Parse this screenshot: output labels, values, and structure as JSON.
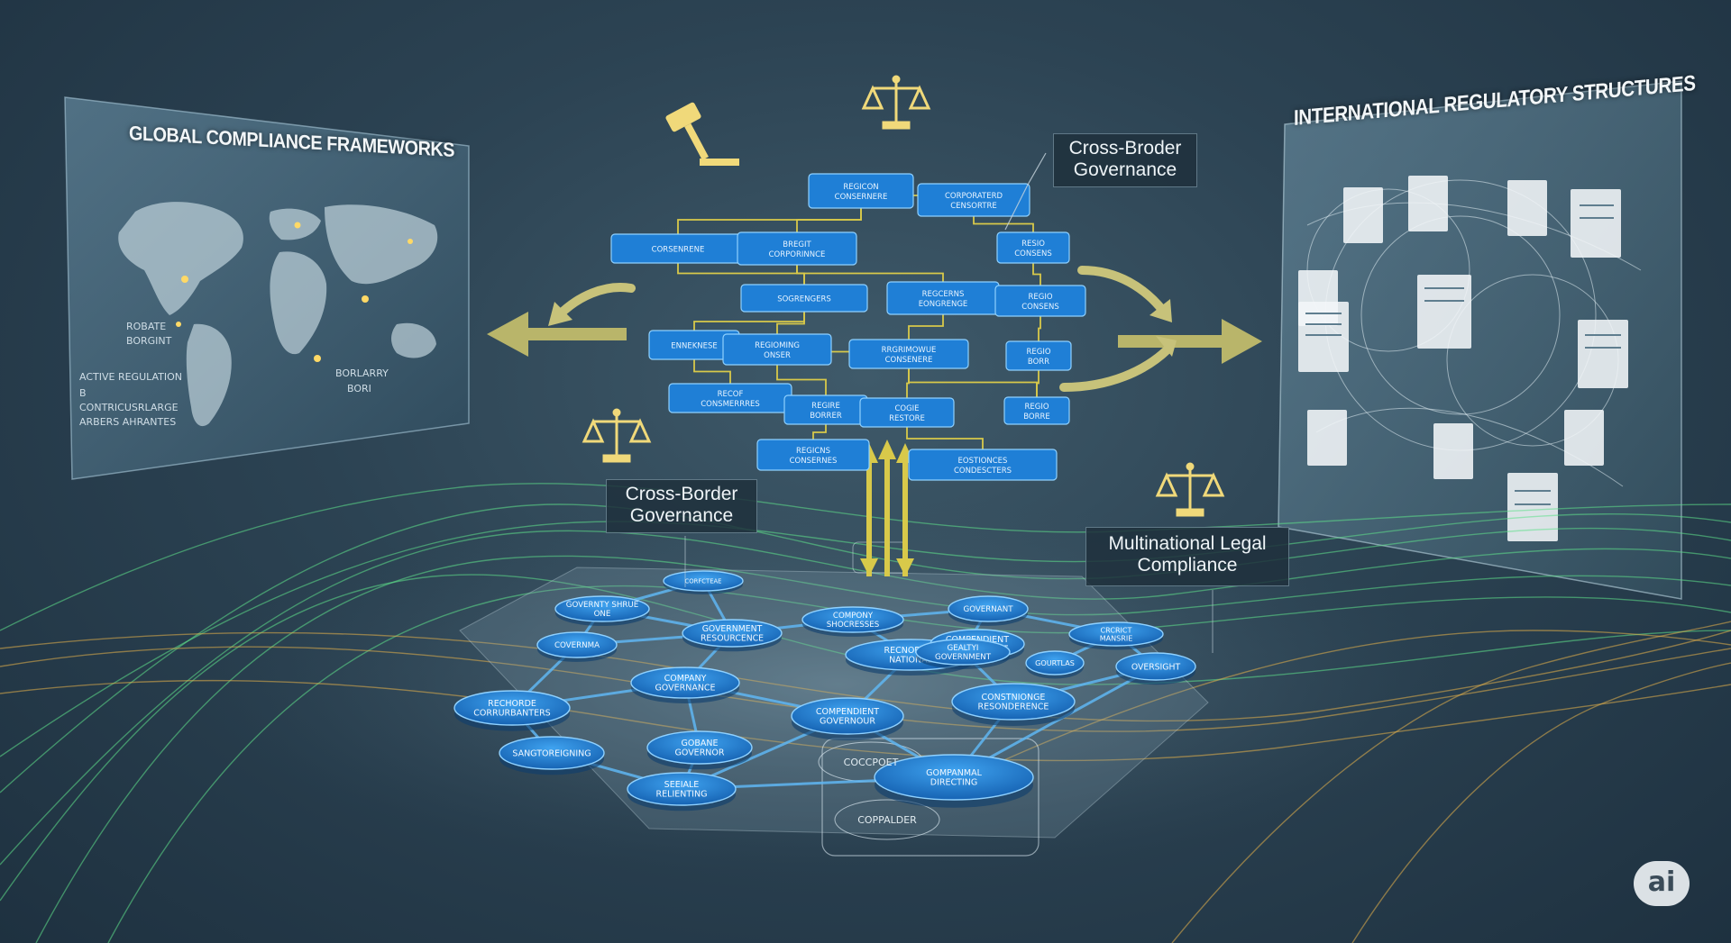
{
  "left_panel": {
    "title": "GLOBAL COMPLIANCE FRAMEWORKS",
    "map_labels": [
      "ROBATE",
      "BORGINT",
      "ACTIVE REGULATION",
      "B",
      "CONTRICUSRLARGE",
      "ARBERS AHRANTES",
      "BORLARRY",
      "BORI"
    ]
  },
  "right_panel": {
    "title": "INTERNATIONAL REGULATORY STRUCTURES"
  },
  "callouts": {
    "top_right": "Cross-Broder Governance",
    "center_left": "Cross-Border Governance",
    "center_right": "Multinational Legal Compliance"
  },
  "flowchart": {
    "nodes": [
      {
        "id": "n1",
        "label": "REGICON CONSERNERE"
      },
      {
        "id": "n2",
        "label": "CORPORATERD CENSORTRE"
      },
      {
        "id": "n3",
        "label": "CORSENRENE"
      },
      {
        "id": "n4",
        "label": "BREGIT CORPORINNCE"
      },
      {
        "id": "n5",
        "label": "RESIO CONSENS"
      },
      {
        "id": "n6",
        "label": "SOGRENGERS"
      },
      {
        "id": "n7",
        "label": "REGCERNS EONGRENGE"
      },
      {
        "id": "n8",
        "label": "REGIO CONSENS"
      },
      {
        "id": "n9",
        "label": "ENNEKNESE"
      },
      {
        "id": "n10",
        "label": "REGIOMING ONSER"
      },
      {
        "id": "n11",
        "label": "RRGRIMOWUE CONSENERE"
      },
      {
        "id": "n12",
        "label": "REGIO BORR"
      },
      {
        "id": "n13",
        "label": "RECOF CONSMERRRES"
      },
      {
        "id": "n14",
        "label": "REGIRE BORRER"
      },
      {
        "id": "n15",
        "label": "COGIE RESTORE"
      },
      {
        "id": "n16",
        "label": "REGIO BORRE"
      },
      {
        "id": "n17",
        "label": "REGICNS CONSERNES"
      },
      {
        "id": "n18",
        "label": "EOSTIONCES CONDESCTERS"
      }
    ]
  },
  "network": {
    "nodes": [
      {
        "id": "m1",
        "label": "CORFCTEAE"
      },
      {
        "id": "m2",
        "label": "GOVERNTY SHRUE ONE"
      },
      {
        "id": "m3",
        "label": "COVERNMA"
      },
      {
        "id": "m4",
        "label": "GOVERNMENT RESOURCENCE"
      },
      {
        "id": "m5",
        "label": "COMPONY SHOCRESSES"
      },
      {
        "id": "m6",
        "label": "GOVERNANT"
      },
      {
        "id": "m7",
        "label": "CRCRICT MANSRIE"
      },
      {
        "id": "m8",
        "label": "GOURTLAS"
      },
      {
        "id": "m9",
        "label": "RECNOERRE NATIONAL"
      },
      {
        "id": "m10",
        "label": "COMPENDIENT GOVERNMENT"
      },
      {
        "id": "m11",
        "label": "COMPANY GOVERNANCE"
      },
      {
        "id": "m12",
        "label": "GEALTYI GOVERNMENT"
      },
      {
        "id": "m13",
        "label": "CONSTNIONGE RESONDERENCE"
      },
      {
        "id": "m14",
        "label": "OVERSIGHT"
      },
      {
        "id": "m15",
        "label": "RECHORDE CORRURBANTERS"
      },
      {
        "id": "m16",
        "label": "COMPENDIENT GOVERNOUR"
      },
      {
        "id": "m17",
        "label": "GOBANE GOVERNOR"
      },
      {
        "id": "m18",
        "label": "SANGTOREIGNING"
      },
      {
        "id": "m19",
        "label": "SEEIALE RELIENTING"
      },
      {
        "id": "m20",
        "label": "GOMPANMAL DIRECTING"
      }
    ],
    "plate_labels": [
      "COCCPOET",
      "COPPALDER"
    ]
  },
  "badge": {
    "label": "ai"
  },
  "colors": {
    "node_fill": "#1f7fd6",
    "node_stroke": "#8fd1ff",
    "connector": "#d8c94a",
    "arrow": "#b9b56a",
    "stream_green": "#5fe08a",
    "stream_gold": "#e3b04a"
  }
}
